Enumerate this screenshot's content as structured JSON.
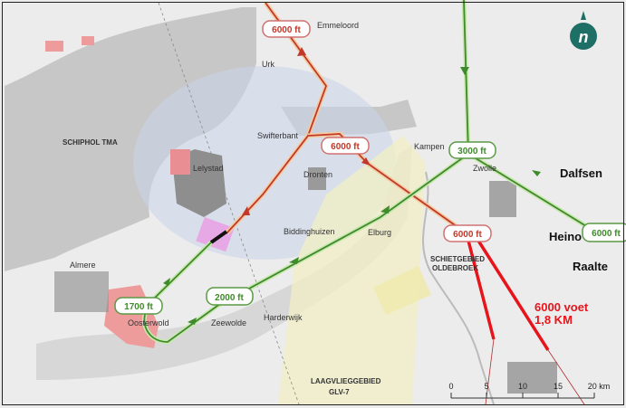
{
  "towns": [
    "Emmeloord",
    "Urk",
    "Swifterbant",
    "Lelystad",
    "Dronten",
    "Kampen",
    "Zwolle",
    "Biddinghuizen",
    "Elburg",
    "Almere",
    "Oosterwold",
    "Zeewolde",
    "Harderwijk"
  ],
  "zones": {
    "schiphol": "SCHIPHOL TMA",
    "oldebroek_1": "SCHIETGEBIED",
    "oldebroek_2": "OLDEBROEK",
    "glv_1": "LAAGVLIEGGEBIED",
    "glv_2": "GLV-7"
  },
  "altitude_labels": {
    "red_top": "6000 ft",
    "red_mid": "6000 ft",
    "red_east": "6000 ft",
    "green_zwolle": "3000 ft",
    "green_east": "6000 ft",
    "green_1700": "1700 ft",
    "green_2000": "2000 ft"
  },
  "places_large": [
    "Dalfsen",
    "Heino",
    "Raalte"
  ],
  "annotation": {
    "line1": "6000 voet",
    "line2": "1,8 KM"
  },
  "scale": {
    "ticks": [
      "0",
      "5",
      "10",
      "15",
      "20 km"
    ]
  },
  "colors": {
    "inbound": "#3f8a2a",
    "outbound": "#c0392b",
    "annotation": "#e8141b"
  }
}
